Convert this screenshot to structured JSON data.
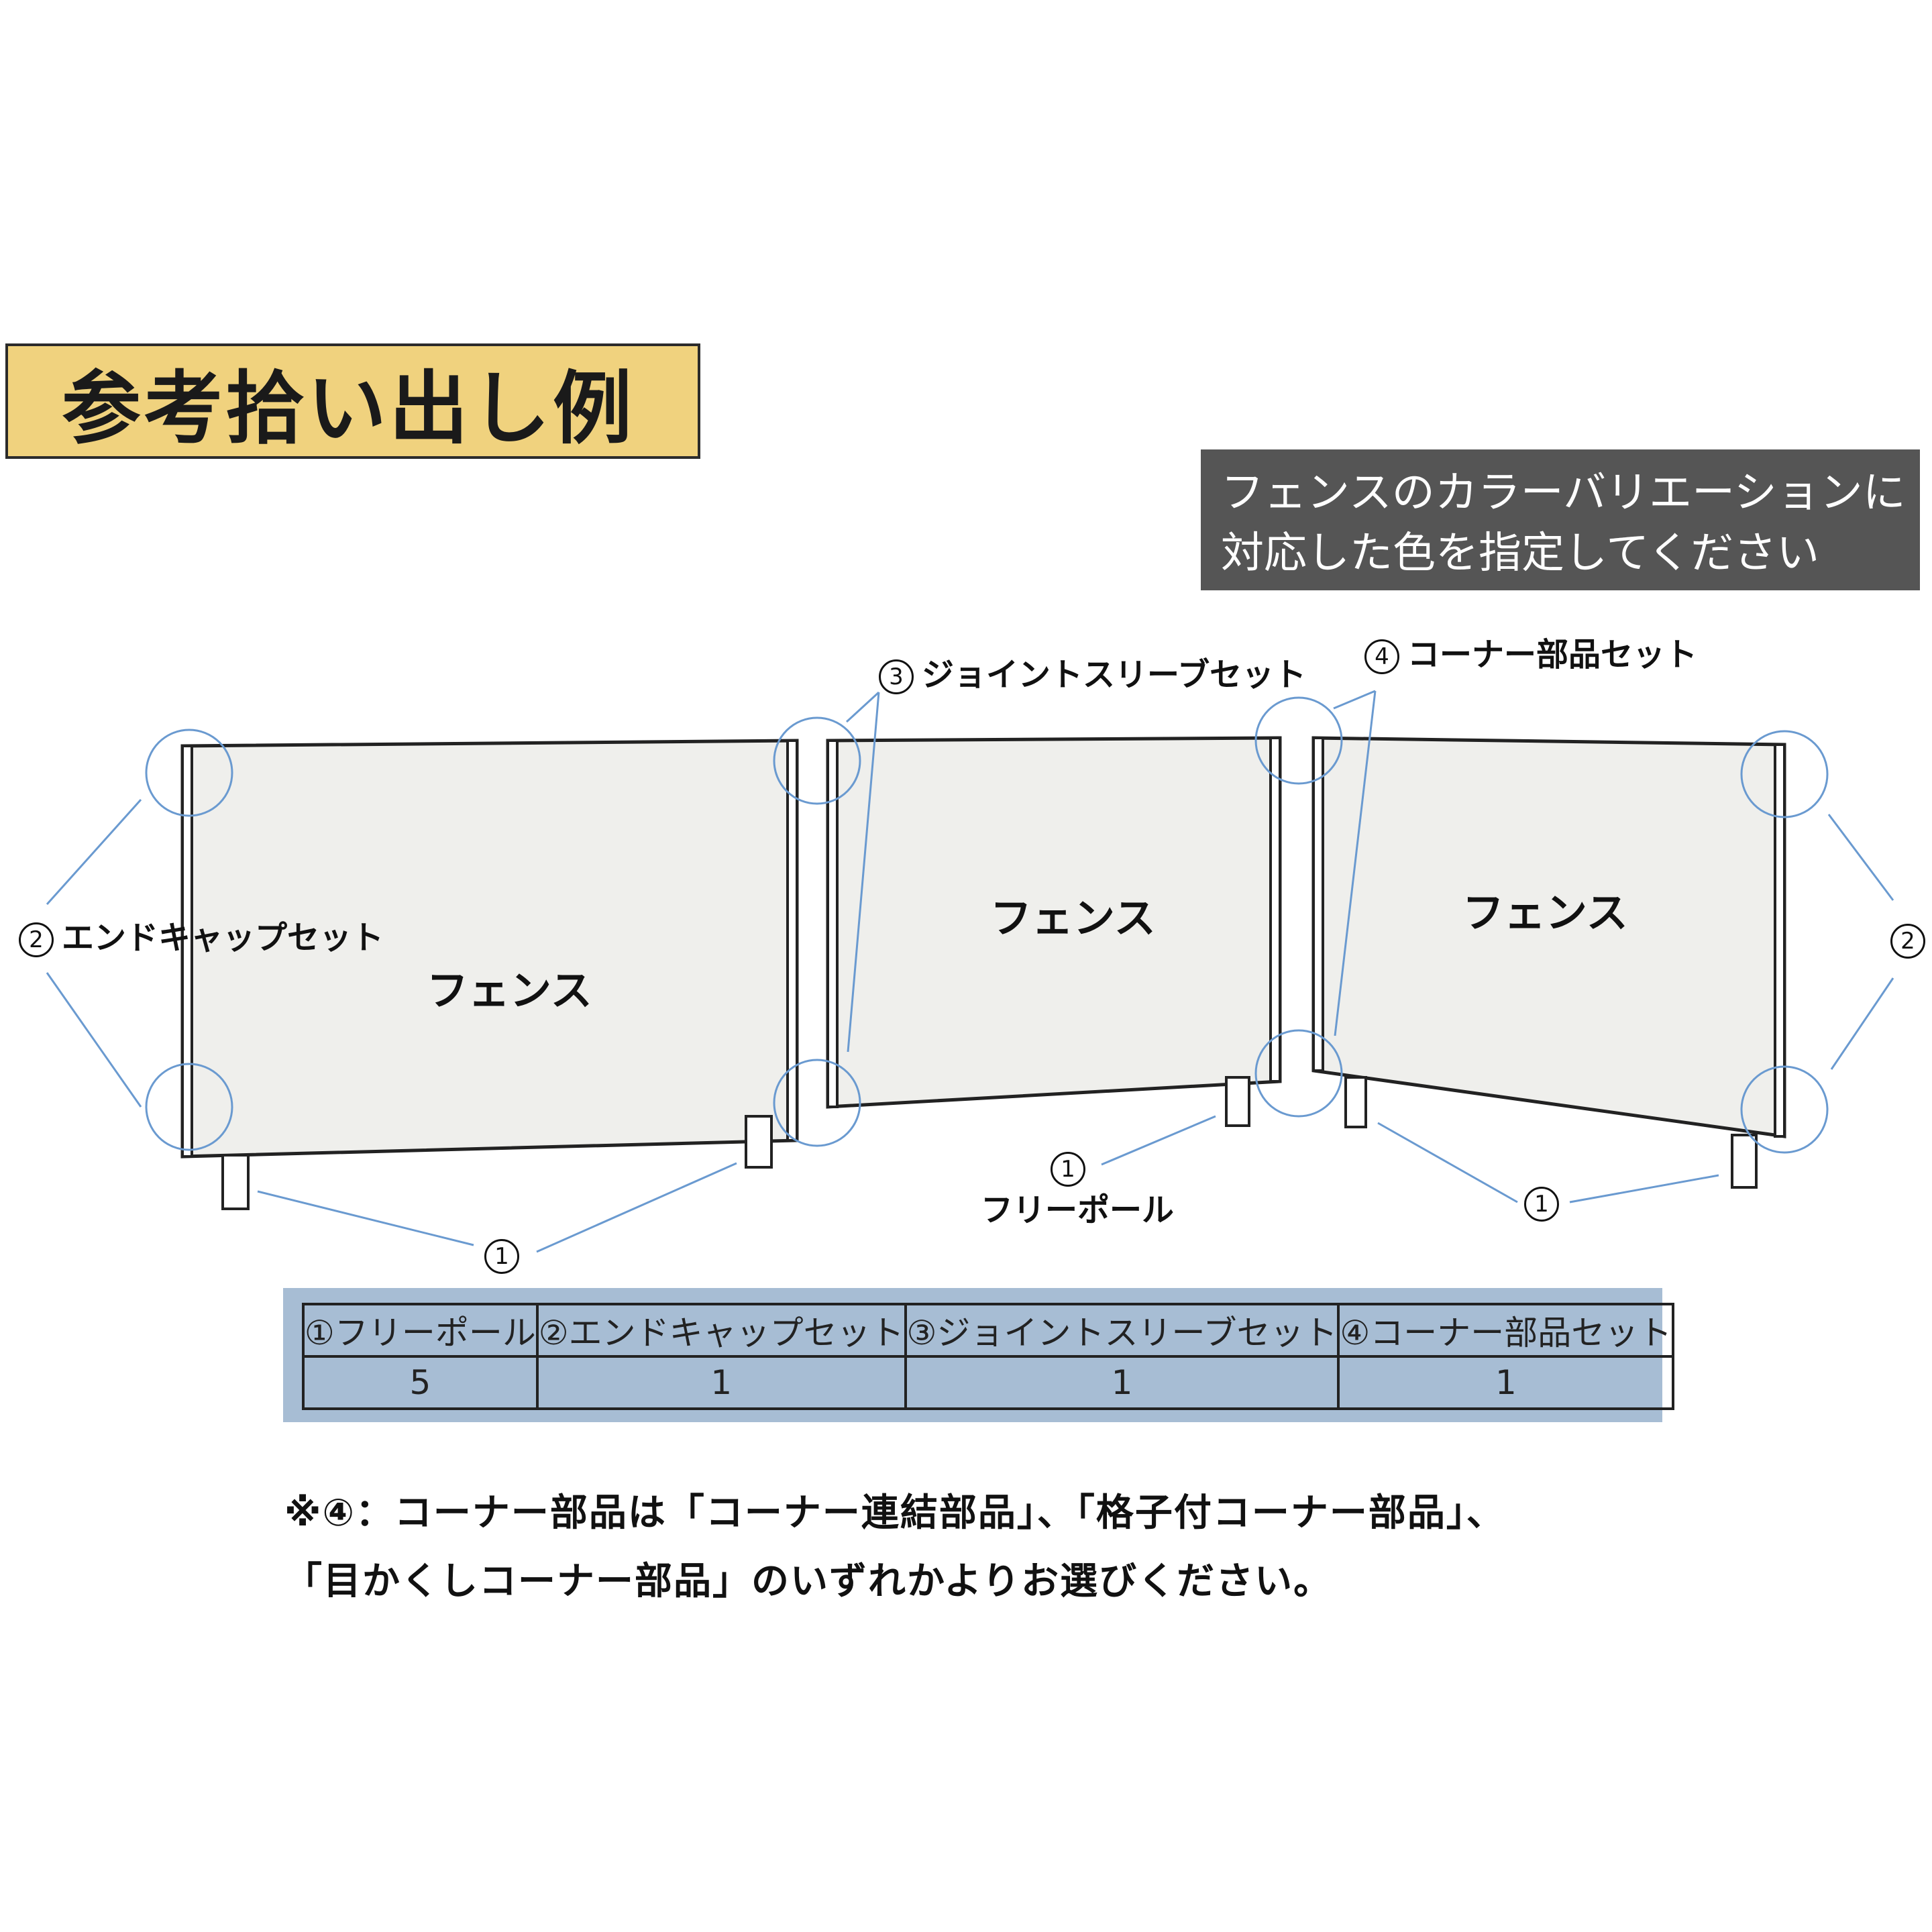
{
  "title": "参考拾い出し例",
  "color_note": {
    "line1": "フェンスのカラーバリエーションに",
    "line2": "対応した色を指定してください"
  },
  "diagram": {
    "fence_label": "フェンス",
    "labels": {
      "joint": {
        "num": "3",
        "text": "ジョイントスリーブセット"
      },
      "corner": {
        "num": "4",
        "text": "コーナー部品セット"
      },
      "endcap": {
        "num": "2",
        "text": "エンドキャップセット"
      },
      "endcap_right": {
        "num": "2"
      },
      "pole_left": {
        "num": "1"
      },
      "pole_center": {
        "num": "1",
        "text": "フリーポール"
      },
      "pole_right": {
        "num": "1"
      }
    },
    "colors": {
      "panel": "#efefec",
      "frame": "#222222",
      "callout": "#6a9ad0"
    }
  },
  "table": {
    "headers": [
      "①フリーポール",
      "②エンドキャップセット",
      "③ジョイントスリーブセット",
      "④コーナー部品セット"
    ],
    "values": [
      "5",
      "1",
      "1",
      "1"
    ]
  },
  "footnote": {
    "line1": "※④：コーナー部品は「コーナー連結部品」、「格子付コーナー部品」、",
    "line2": "「目かくしコーナー部品」のいずれかよりお選びください。"
  }
}
